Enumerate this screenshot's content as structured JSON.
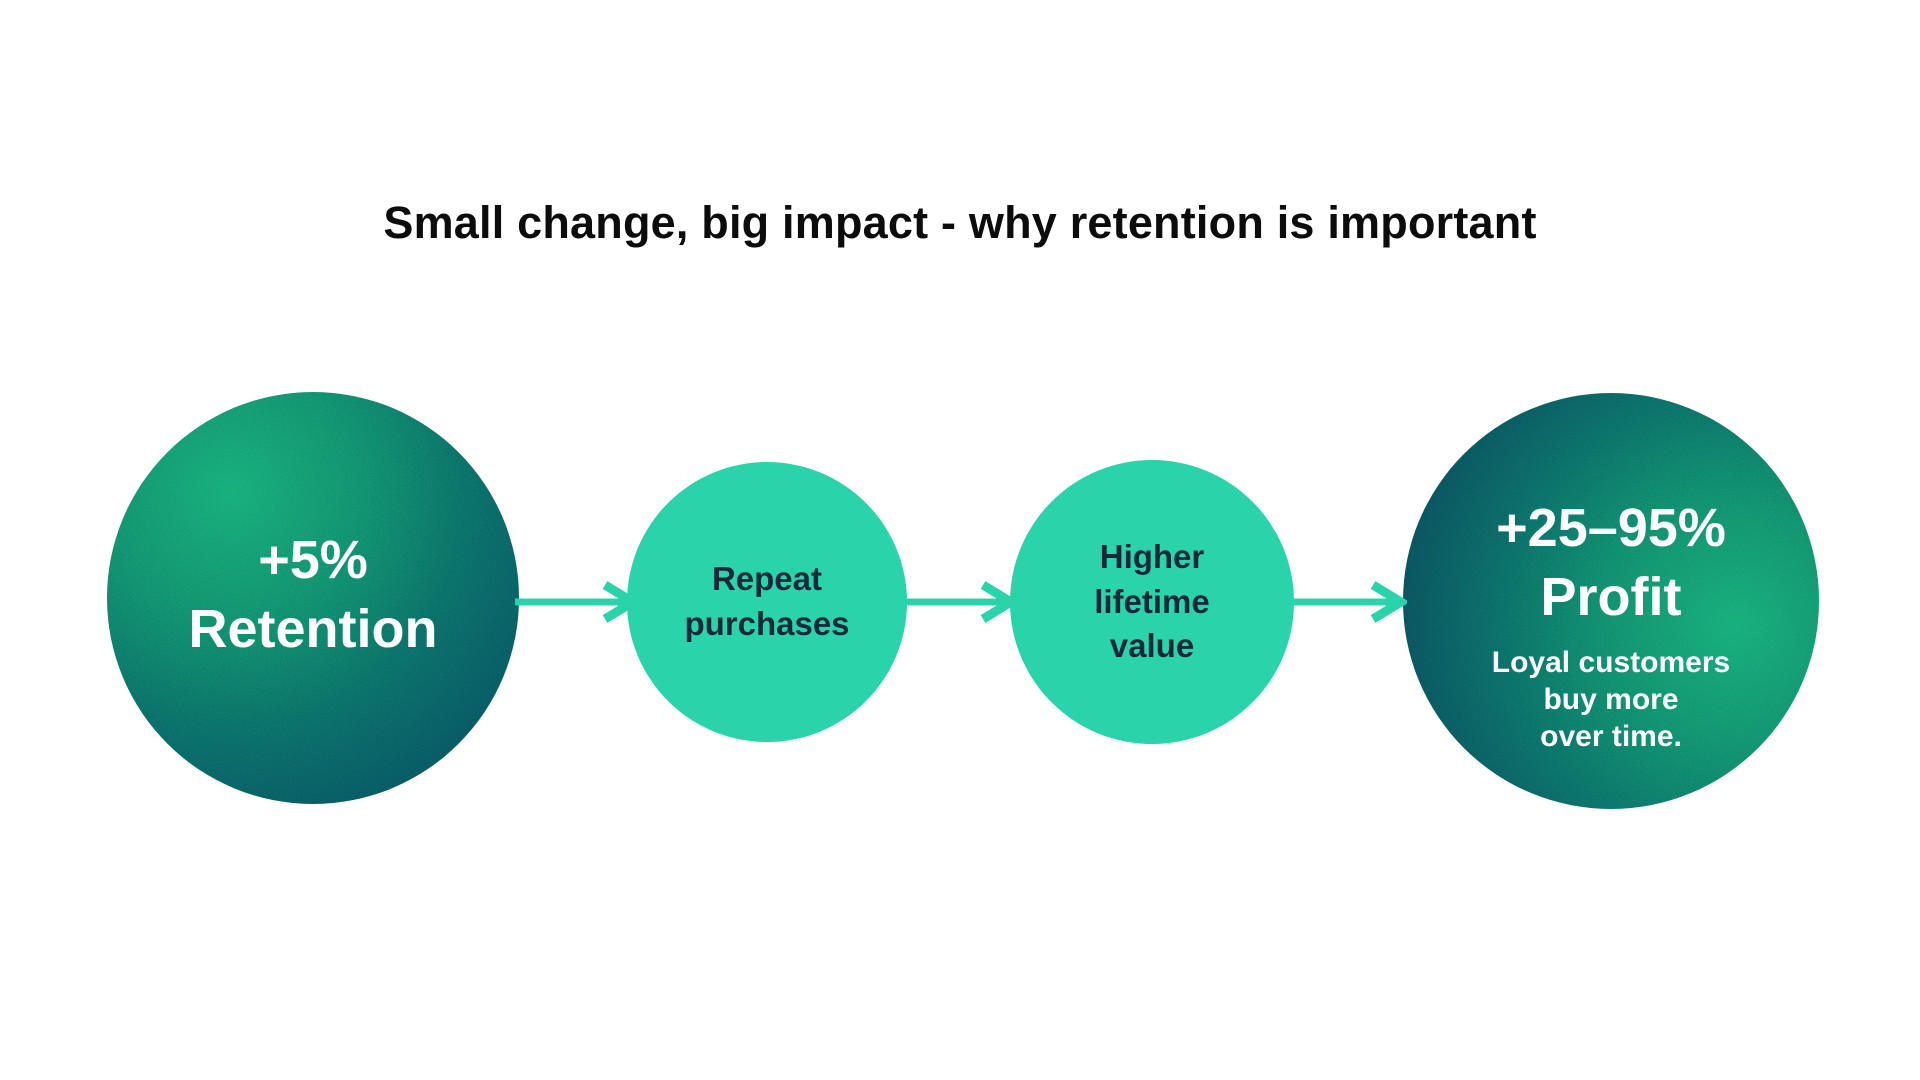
{
  "title": {
    "text": "Small change, big impact - why retention is important"
  },
  "steps": [
    {
      "id": "retention",
      "headline": "+5%\nRetention",
      "shape": "large-dark-gradient-circle"
    },
    {
      "id": "repeat-purchases",
      "label": "Repeat\npurchases",
      "shape": "small-mint-circle"
    },
    {
      "id": "higher-lifetime-value",
      "label": "Higher\nlifetime\nvalue",
      "shape": "small-mint-circle"
    },
    {
      "id": "profit",
      "headline": "+25–95%\nProfit",
      "subtext": "Loyal customers\nbuy more\nover time.",
      "shape": "large-dark-gradient-circle"
    }
  ],
  "connectors": [
    {
      "icon": "arrow-right-icon"
    },
    {
      "icon": "arrow-right-icon"
    },
    {
      "icon": "arrow-right-icon"
    }
  ],
  "colors": {
    "background": "#ffffff",
    "title_text": "#0c0c0c",
    "mint_circle": "#2bd3aa",
    "arrow": "#2bd3aa",
    "dark_text_on_mint": "#16293a",
    "light_text": "#ffffff",
    "gradient_bright": "#1fa873",
    "gradient_dark": "#0a545e"
  }
}
